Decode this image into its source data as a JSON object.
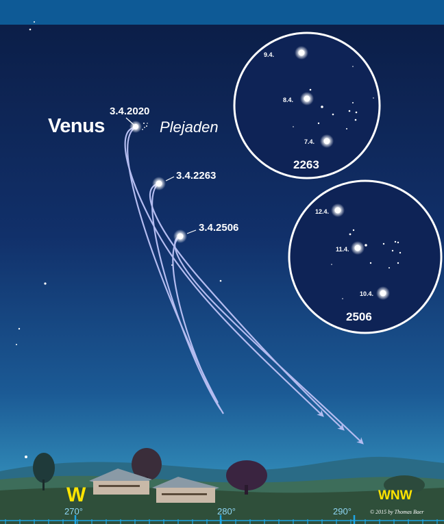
{
  "colors": {
    "top_band": "#0e5a96",
    "sky_top": "#0b1c44",
    "sky_mid": "#16457f",
    "sky_horizon": "#3ca3c9",
    "path_stroke": "#b4bcf0",
    "accent_yellow": "#ffe400",
    "scale_blue": "#1ea7e6"
  },
  "planet": {
    "name": "Venus"
  },
  "cluster": {
    "name": "Plejaden"
  },
  "positions": [
    {
      "date": "3.4.2020"
    },
    {
      "date": "3.4.2263"
    },
    {
      "date": "3.4.2506"
    }
  ],
  "inset_2263": {
    "year": "2263",
    "dates": [
      "9.4.",
      "8.4.",
      "7.4."
    ]
  },
  "inset_2506": {
    "year": "2506",
    "dates": [
      "12.4.",
      "11.4.",
      "10.4."
    ]
  },
  "compass": {
    "left": "W",
    "right": "WNW"
  },
  "azimuth_ticks": [
    "270°",
    "280°",
    "290°"
  ],
  "copyright": "© 2015 by Thomas Baer"
}
